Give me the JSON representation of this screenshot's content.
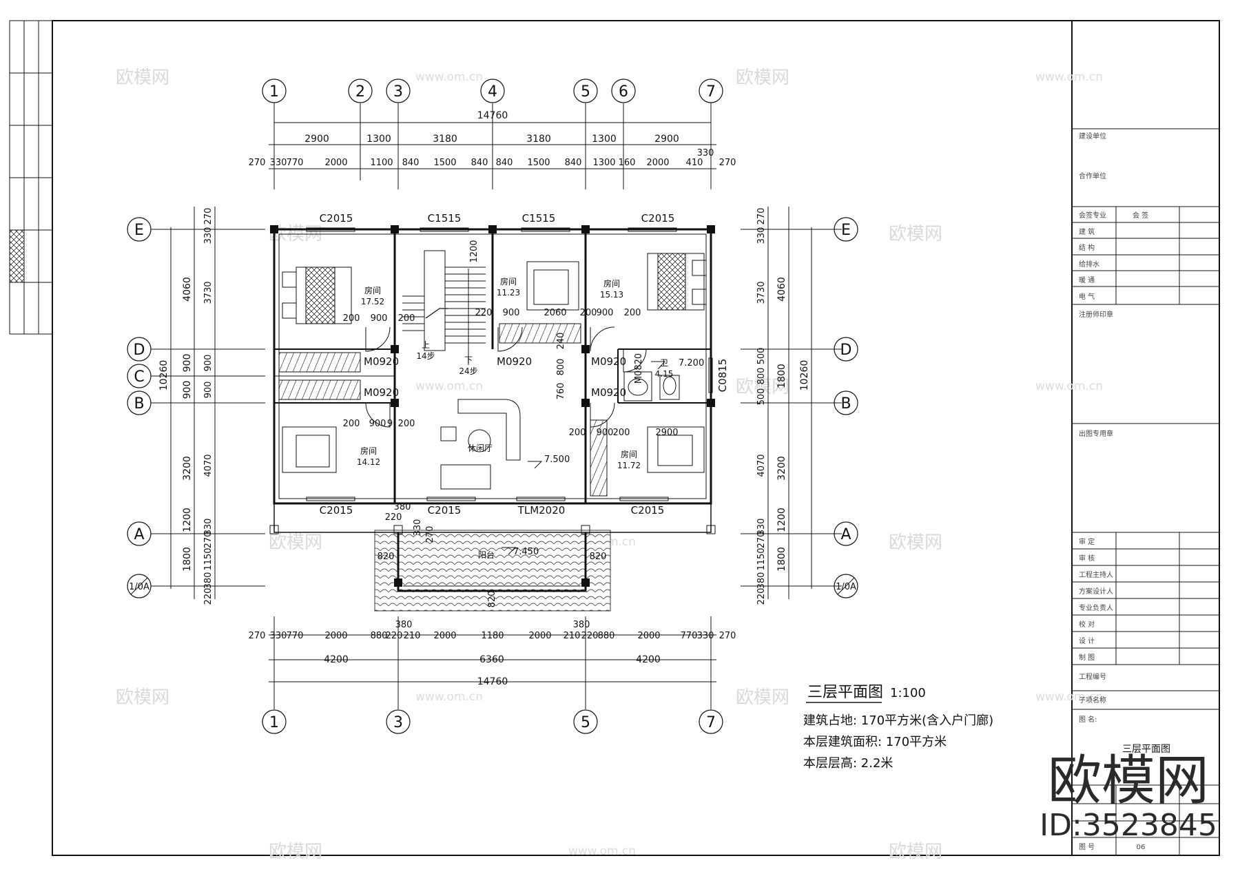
{
  "drawing": {
    "title": "三层平面图",
    "scale": "1:100",
    "stats": [
      "建筑占地: 170平方米(含入户门廊)",
      "本层建筑面积: 170平方米",
      "本层层高: 2.2米"
    ]
  },
  "axes": {
    "top": [
      "1",
      "2",
      "3",
      "4",
      "5",
      "6",
      "7"
    ],
    "bottom": [
      "1",
      "3",
      "5",
      "7"
    ],
    "left": [
      "E",
      "D",
      "C",
      "B",
      "A"
    ],
    "right": [
      "E",
      "D",
      "B",
      "A"
    ],
    "aux": "1/0A"
  },
  "dimensions": {
    "top_total": "14760",
    "top_row1": [
      "2900",
      "1300",
      "3180",
      "3180",
      "1300",
      "2900"
    ],
    "top_row2": [
      "270",
      "330",
      "770",
      "2000",
      "1100",
      "840",
      "1500",
      "840",
      "840",
      "1500",
      "840",
      "1300",
      "160",
      "2000",
      "410",
      "330",
      "270"
    ],
    "bottom_total": "14760",
    "bottom_row1": [
      "4200",
      "6360",
      "4200"
    ],
    "bottom_row2": [
      "270",
      "330",
      "770",
      "2000",
      "880",
      "220",
      "210",
      "380",
      "2000",
      "1180",
      "2000",
      "210",
      "380",
      "220",
      "880",
      "2000",
      "770",
      "330",
      "270"
    ],
    "left_total": "10260",
    "left_row1": [
      "4060",
      "900",
      "900",
      "3200",
      "1200",
      "1800"
    ],
    "left_row2": [
      "270",
      "330",
      "3730",
      "900",
      "900",
      "4070",
      "330",
      "270",
      "1150",
      "380",
      "220"
    ],
    "right_total": "10260",
    "right_row1": [
      "4060",
      "1800",
      "3200",
      "1200",
      "1800"
    ],
    "right_row2": [
      "270",
      "330",
      "3730",
      "500",
      "800",
      "500",
      "4070",
      "330",
      "270",
      "1150",
      "380",
      "220"
    ]
  },
  "windows": [
    "C2015",
    "C1515",
    "C1515",
    "C2015",
    "C2015",
    "C2015",
    "TLM2020",
    "C2015",
    "C0815"
  ],
  "doors": [
    "M0920",
    "M0920",
    "M0920",
    "M0920",
    "M0920",
    "M0820"
  ],
  "rooms": [
    {
      "name": "房间",
      "area": "17.52"
    },
    {
      "name": "房间",
      "area": "11.23"
    },
    {
      "name": "房间",
      "area": "15.13"
    },
    {
      "name": "房间",
      "area": "14.12"
    },
    {
      "name": "休闲厅",
      "area": ""
    },
    {
      "name": "房间",
      "area": "11.72"
    },
    {
      "name": "卫",
      "area": "4.15"
    },
    {
      "name": "阳台",
      "area": ""
    }
  ],
  "elevations": [
    "7.200",
    "7.500",
    "7.450"
  ],
  "stair_labels": [
    "上",
    "14步",
    "下",
    "24步"
  ],
  "interior_dims": [
    "1200",
    "200",
    "900",
    "200",
    "220",
    "900",
    "2060",
    "200",
    "900",
    "200",
    "240",
    "800",
    "760",
    "200",
    "900",
    "9",
    "200",
    "200",
    "900",
    "200",
    "2900",
    "380",
    "220",
    "330",
    "270",
    "820",
    "820",
    "820"
  ],
  "title_block": {
    "top_rows": [
      "建设单位",
      "合作单位"
    ],
    "sign_header": [
      "会签专业",
      "会 签"
    ],
    "sign_rows": [
      "建 筑",
      "结 构",
      "给排水",
      "暖 通",
      "电 气"
    ],
    "stamp_label": "注册师印章",
    "stamp2_label": "出图专用章",
    "approval_rows": [
      "审 定",
      "审 核",
      "工程主持人",
      "方案设计人",
      "专业负责人",
      "校 对",
      "设 计",
      "制 图"
    ],
    "project_no": "工程编号",
    "project_name": "子项名称",
    "drawing_name_label": "图 名:",
    "drawing_name": "三层平面图",
    "sheet_no_label": "图 号",
    "sheet_no": "06"
  },
  "watermark": {
    "brand": "欧模网",
    "url": "www.om.cn",
    "id": "ID:3523845"
  }
}
